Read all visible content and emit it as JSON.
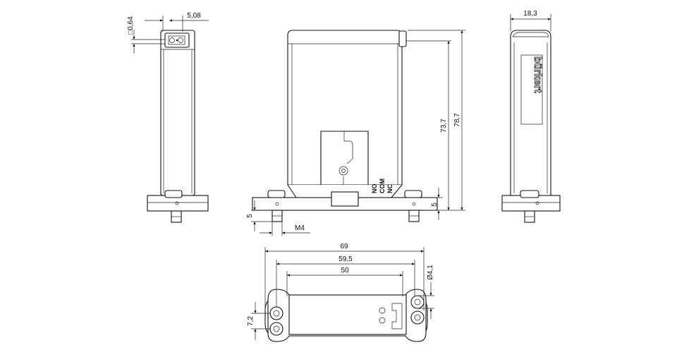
{
  "drawing": {
    "dimensions": {
      "side_square": "□0,64",
      "side_width": "5,08",
      "height_body": "73,7",
      "height_total": "78,7",
      "base_height_right": "5",
      "base_height_left": "5",
      "thread": "M4",
      "right_width": "18,3",
      "bottom_overall": "69",
      "bottom_holes_outer": "59,5",
      "bottom_holes_inner": "50",
      "bottom_hole_dia": "Ø4,1",
      "bottom_hole_spacing": "7,2"
    },
    "terminals": [
      "NO",
      "COM",
      "NC"
    ],
    "brand": "bürkert"
  }
}
